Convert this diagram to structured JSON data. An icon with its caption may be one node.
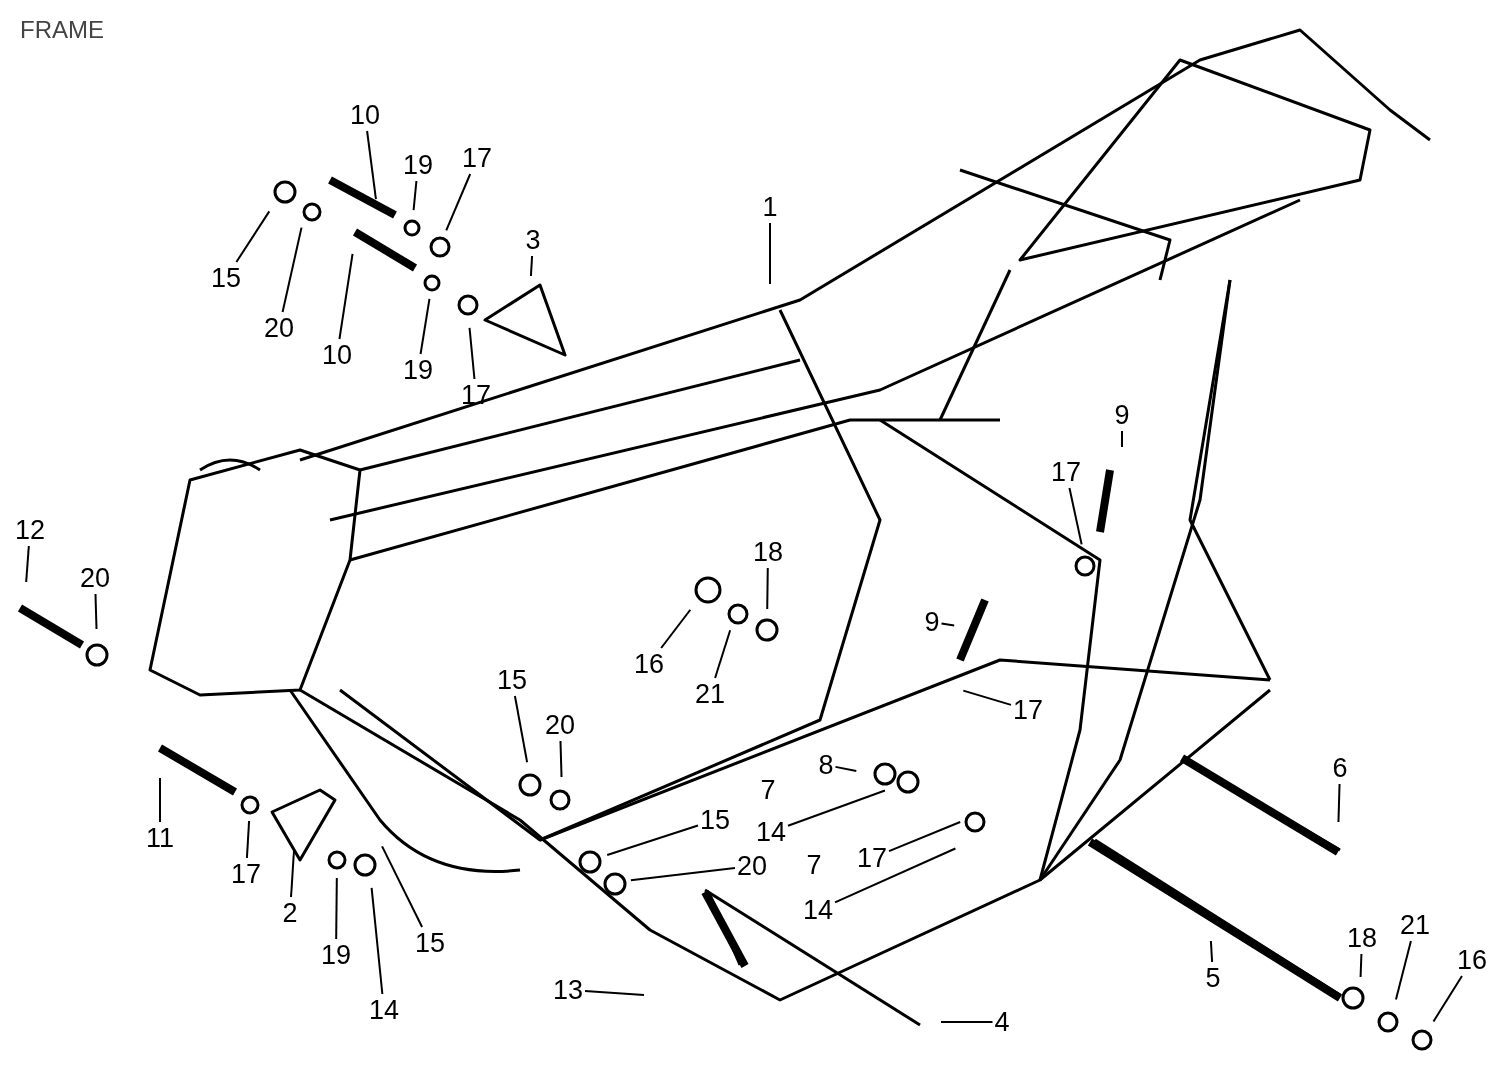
{
  "diagram": {
    "title": "FRAME",
    "nodes": [
      {
        "text": [
          "10"
        ]
      },
      {
        "text": [
          "19"
        ]
      },
      {
        "text": [
          "17"
        ]
      },
      {
        "text": [
          "1"
        ]
      },
      {
        "text": [
          "3"
        ]
      },
      {
        "text": [
          "15"
        ]
      },
      {
        "text": [
          "20"
        ]
      },
      {
        "text": [
          "10"
        ]
      },
      {
        "text": [
          "19"
        ]
      },
      {
        "text": [
          "17"
        ]
      },
      {
        "text": [
          "9"
        ]
      },
      {
        "text": [
          "17"
        ]
      },
      {
        "text": [
          "12"
        ]
      },
      {
        "text": [
          "20"
        ]
      },
      {
        "text": [
          "18"
        ]
      },
      {
        "text": [
          "9"
        ]
      },
      {
        "text": [
          "16"
        ]
      },
      {
        "text": [
          "21"
        ]
      },
      {
        "text": [
          "17"
        ]
      },
      {
        "text": [
          "15"
        ]
      },
      {
        "text": [
          "20"
        ]
      },
      {
        "text": [
          "8"
        ]
      },
      {
        "text": [
          "6"
        ]
      },
      {
        "text": [
          "15"
        ]
      },
      {
        "text": [
          "14"
        ]
      },
      {
        "text": [
          "11"
        ]
      },
      {
        "text": [
          "17"
        ]
      },
      {
        "text": [
          "17"
        ]
      },
      {
        "text": [
          "20"
        ]
      },
      {
        "text": [
          "2"
        ]
      },
      {
        "text": [
          "14"
        ]
      },
      {
        "text": [
          "19"
        ]
      },
      {
        "text": [
          "15"
        ]
      },
      {
        "text": [
          "5"
        ]
      },
      {
        "text": [
          "18"
        ]
      },
      {
        "text": [
          "21"
        ]
      },
      {
        "text": [
          "16"
        ]
      },
      {
        "text": [
          "13"
        ]
      },
      {
        "text": [
          "14"
        ]
      },
      {
        "text": [
          "4"
        ]
      }
    ],
    "edges": [
      {
        "from": 0,
        "to": null,
        "arrow": "none"
      },
      {
        "from": 1,
        "to": null,
        "arrow": "none"
      },
      {
        "from": 2,
        "to": null,
        "arrow": "none"
      },
      {
        "from": 3,
        "to": null,
        "arrow": "none"
      },
      {
        "from": 4,
        "to": null,
        "arrow": "none"
      },
      {
        "from": 5,
        "to": null,
        "arrow": "none"
      },
      {
        "from": 6,
        "to": null,
        "arrow": "none"
      },
      {
        "from": 7,
        "to": null,
        "arrow": "none"
      },
      {
        "from": 8,
        "to": null,
        "arrow": "none"
      },
      {
        "from": 9,
        "to": null,
        "arrow": "none"
      },
      {
        "from": 10,
        "to": null,
        "arrow": "none"
      },
      {
        "from": 11,
        "to": null,
        "arrow": "none"
      },
      {
        "from": 12,
        "to": null,
        "arrow": "none"
      },
      {
        "from": 13,
        "to": null,
        "arrow": "none"
      },
      {
        "from": 14,
        "to": null,
        "arrow": "none"
      },
      {
        "from": 15,
        "to": null,
        "arrow": "none"
      },
      {
        "from": 16,
        "to": null,
        "arrow": "none"
      },
      {
        "from": 17,
        "to": null,
        "arrow": "none"
      },
      {
        "from": 18,
        "to": null,
        "arrow": "none"
      },
      {
        "from": 19,
        "to": null,
        "arrow": "none"
      },
      {
        "from": 20,
        "to": null,
        "arrow": "none"
      },
      {
        "from": 21,
        "to": null,
        "arrow": "none"
      },
      {
        "from": 22,
        "to": null,
        "arrow": "none"
      },
      {
        "from": 23,
        "to": null,
        "arrow": "none"
      },
      {
        "from": 24,
        "to": null,
        "arrow": "none"
      },
      {
        "from": 25,
        "to": null,
        "arrow": "none"
      },
      {
        "from": 26,
        "to": null,
        "arrow": "none"
      },
      {
        "from": 27,
        "to": null,
        "arrow": "none"
      },
      {
        "from": 28,
        "to": null,
        "arrow": "none"
      },
      {
        "from": 29,
        "to": null,
        "arrow": "none"
      },
      {
        "from": 30,
        "to": null,
        "arrow": "none"
      },
      {
        "from": 31,
        "to": null,
        "arrow": "none"
      },
      {
        "from": 32,
        "to": null,
        "arrow": "none"
      },
      {
        "from": 33,
        "to": null,
        "arrow": "none"
      },
      {
        "from": 34,
        "to": null,
        "arrow": "none"
      },
      {
        "from": 35,
        "to": null,
        "arrow": "none"
      },
      {
        "from": 36,
        "to": null,
        "arrow": "none"
      },
      {
        "from": 37,
        "to": null,
        "arrow": "none"
      },
      {
        "from": 38,
        "to": null,
        "arrow": "none"
      },
      {
        "from": 39,
        "to": null,
        "arrow": "none"
      }
    ],
    "labels": [
      "7",
      "7"
    ]
  }
}
